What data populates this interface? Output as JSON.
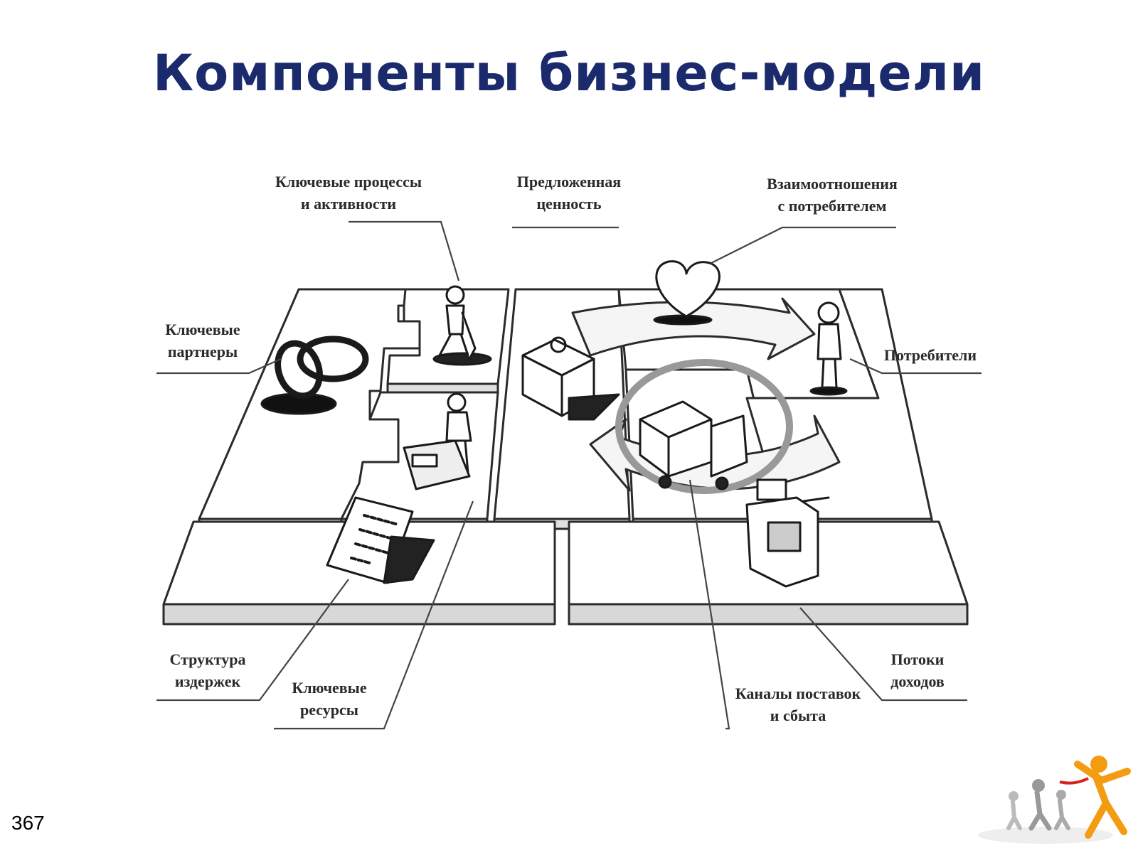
{
  "title": "Компоненты бизнес-модели",
  "page_number": "367",
  "labels": {
    "key_activities": [
      "Ключевые процессы",
      "и активности"
    ],
    "value_proposition": [
      "Предложенная",
      "ценность"
    ],
    "customer_relationships": [
      "Взаимоотношения",
      "с потребителем"
    ],
    "key_partners": [
      "Ключевые",
      "партнеры"
    ],
    "customer_segments": [
      "Потребители"
    ],
    "cost_structure": [
      "Структура",
      "издержек"
    ],
    "key_resources": [
      "Ключевые",
      "ресурсы"
    ],
    "channels": [
      "Каналы поставок",
      "и сбыта"
    ],
    "revenue_streams": [
      "Потоки",
      "доходов"
    ]
  },
  "icons": {
    "key_partners": "rings-icon",
    "key_activities": "digging-person-icon",
    "key_resources": "person-with-machine-icon",
    "value_proposition": "gift-box-icon",
    "customer_relationships": "heart-icon",
    "channels": "truck-icon",
    "customer_segments": "standing-person-icon",
    "revenue_streams": "cash-register-icon",
    "cost_structure": "invoice-icon",
    "logo": "runners-logo-icon"
  },
  "colors": {
    "title": "#1a2a6c",
    "line": "#333333",
    "logo_accent": "#f39c12"
  }
}
